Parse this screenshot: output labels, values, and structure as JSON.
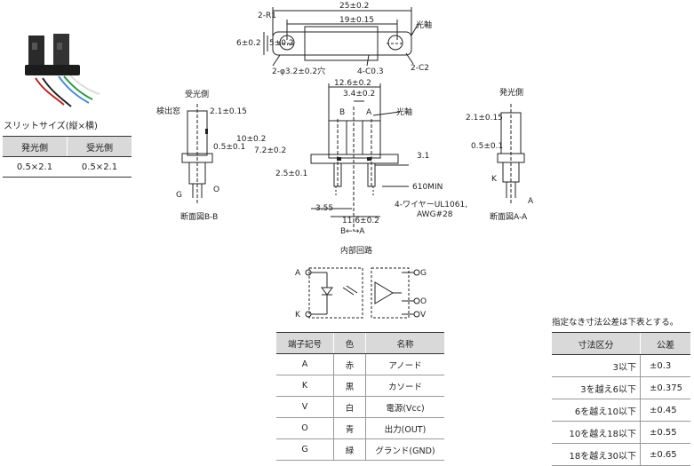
{
  "slit": {
    "title": "スリットサイズ(縦×横)",
    "headers": [
      "発光側",
      "受光側"
    ],
    "values": [
      "0.5×2.1",
      "0.5×2.1"
    ]
  },
  "top_view": {
    "r1": "2-R1",
    "width": "25±0.2",
    "pitch": "19±0.15",
    "height6": "6±0.2",
    "height5": "5±0.2",
    "hole": "2-φ3.2±0.2穴",
    "c03": "4-C0.3",
    "c2": "2-C2",
    "optical_axis": "光軸"
  },
  "front_view": {
    "w126": "12.6±0.2",
    "w34": "3.4±0.2",
    "b_label": "B",
    "a_label": "A",
    "optical_axis": "光軸",
    "h10": "10±0.2",
    "h72": "7.2±0.2",
    "h25": "2.5±0.1",
    "d31": "3.1",
    "min610": "610MIN",
    "wire": "4-ワイヤーUL1061,",
    "awg": "AWG#28",
    "d355": "3.55",
    "w116": "11.6±0.2",
    "section_line": "B←→A"
  },
  "section_b": {
    "title": "受光側",
    "window": "検出窓",
    "w21": "2.1±0.15",
    "h05": "0.5±0.1",
    "g": "G",
    "o": "O",
    "caption": "断面図B-B"
  },
  "section_a": {
    "title": "発光側",
    "w21": "2.1±0.15",
    "h05": "0.5±0.1",
    "k": "K",
    "a": "A",
    "caption": "断面図A-A"
  },
  "circuit": {
    "title": "内部回路",
    "pins": {
      "a": "A",
      "k": "K",
      "g": "G",
      "o": "O",
      "v": "V"
    }
  },
  "pin_table": {
    "headers": [
      "端子記号",
      "色",
      "名称"
    ],
    "rows": [
      [
        "A",
        "赤",
        "アノード"
      ],
      [
        "K",
        "黒",
        "カソード"
      ],
      [
        "V",
        "白",
        "電源(Vcc)"
      ],
      [
        "O",
        "青",
        "出力(OUT)"
      ],
      [
        "G",
        "緑",
        "グランド(GND)"
      ]
    ]
  },
  "tolerance": {
    "note": "指定なき寸法公差は下表とする。",
    "headers": [
      "寸法区分",
      "公差"
    ],
    "rows": [
      [
        "3以下",
        "±0.3"
      ],
      [
        "3を越え6以下",
        "±0.375"
      ],
      [
        "6を越え10以下",
        "±0.45"
      ],
      [
        "10を越え18以下",
        "±0.55"
      ],
      [
        "18を越え30以下",
        "±0.65"
      ]
    ]
  }
}
